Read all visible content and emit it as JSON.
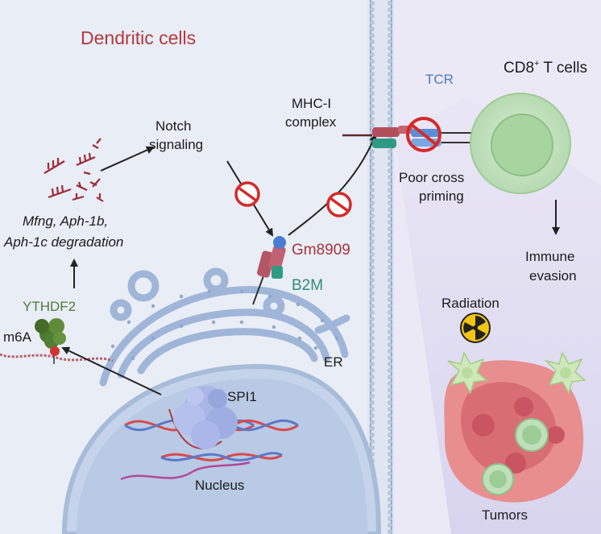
{
  "panels": {
    "left_title": "Dendritic cells",
    "right_title": "CD8+ T cells"
  },
  "labels": {
    "notch_line1": "Notch",
    "notch_line2": "signaling",
    "degradation_line1": "Mfng, Aph-1b,",
    "degradation_line2": "Aph-1c degradation",
    "ythdf2": "YTHDF2",
    "m6a": "m6A",
    "gm8909": "Gm8909",
    "b2m": "B2M",
    "er": "ER",
    "spi1": "SPI1",
    "nucleus": "Nucleus",
    "mhc_line1": "MHC-I",
    "mhc_line2": "complex",
    "tcr": "TCR",
    "cd8_main": "CD8",
    "cd8_sup": "+",
    "cd8_rest": " T cells",
    "poor_line1": "Poor cross",
    "poor_line2": "priming",
    "immune_line1": "Immune",
    "immune_line2": "evasion",
    "radiation": "Radiation",
    "tumors": "Tumors"
  },
  "colors": {
    "left_bg": "#e9edf5",
    "right_bg": "#ece9f6",
    "membrane": "#8fa6c6",
    "er": "#a8bddb",
    "nucleus": "#b9cbe4",
    "title_red": "#b3393f",
    "gm8909": "#a8343a",
    "b2m": "#2f8c7a",
    "ythdf2": "#4f7a3a",
    "tcr": "#4a78c2",
    "t_cell": "#bfe0bb",
    "tumor": "#e58b8b",
    "prohibit": "#d42a2a"
  }
}
